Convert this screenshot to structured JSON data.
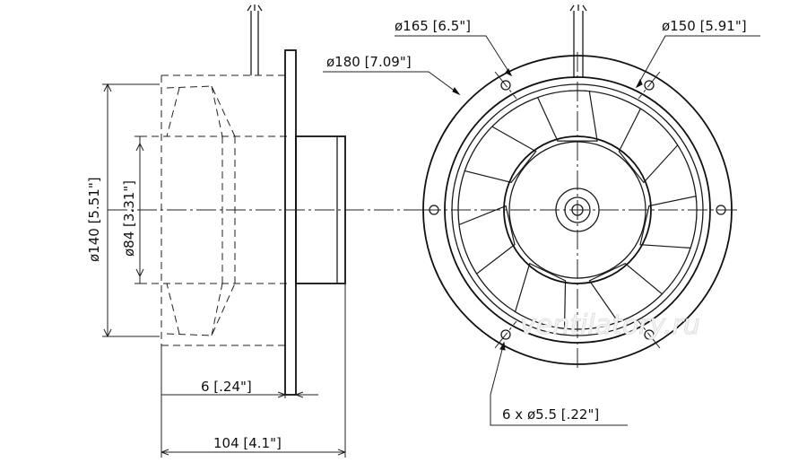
{
  "labels": {
    "d165": "ø165 [6.5\"]",
    "d150": "ø150 [5.91\"]",
    "d180": "ø180 [7.09\"]",
    "d140": "ø140 [5.51\"]",
    "d84": "ø84 [3.31\"]",
    "w6": "6 [.24\"]",
    "w104": "104 [4.1\"]",
    "holes": "6 x ø5.5 [.22\"]"
  },
  "watermark": "ventilatory.ru"
}
